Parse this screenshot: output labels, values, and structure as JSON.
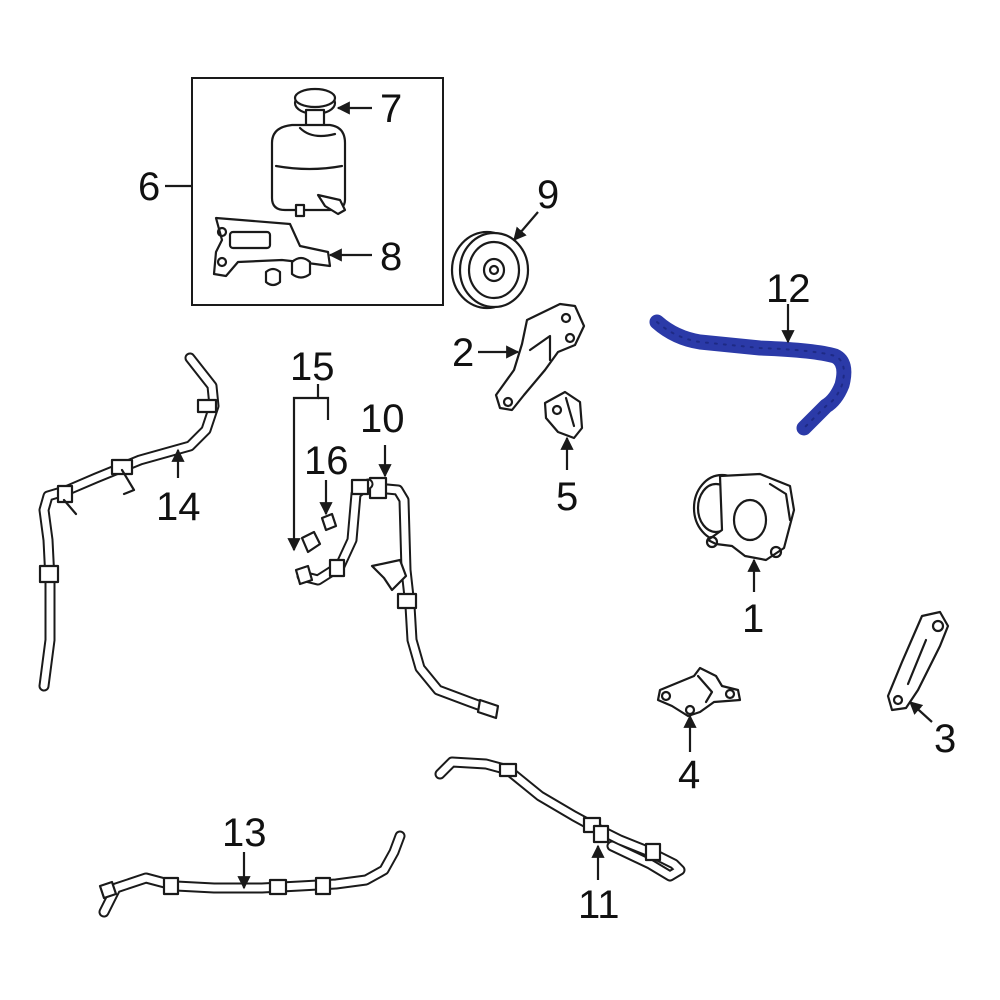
{
  "diagram": {
    "highlight_color": "#2b3aa8",
    "line_color": "#1a1a1a",
    "callouts": {
      "c1": "1",
      "c2": "2",
      "c3": "3",
      "c4": "4",
      "c5": "5",
      "c6": "6",
      "c7": "7",
      "c8": "8",
      "c9": "9",
      "c10": "10",
      "c11": "11",
      "c12": "12",
      "c13": "13",
      "c14": "14",
      "c15": "15",
      "c16": "16"
    }
  }
}
